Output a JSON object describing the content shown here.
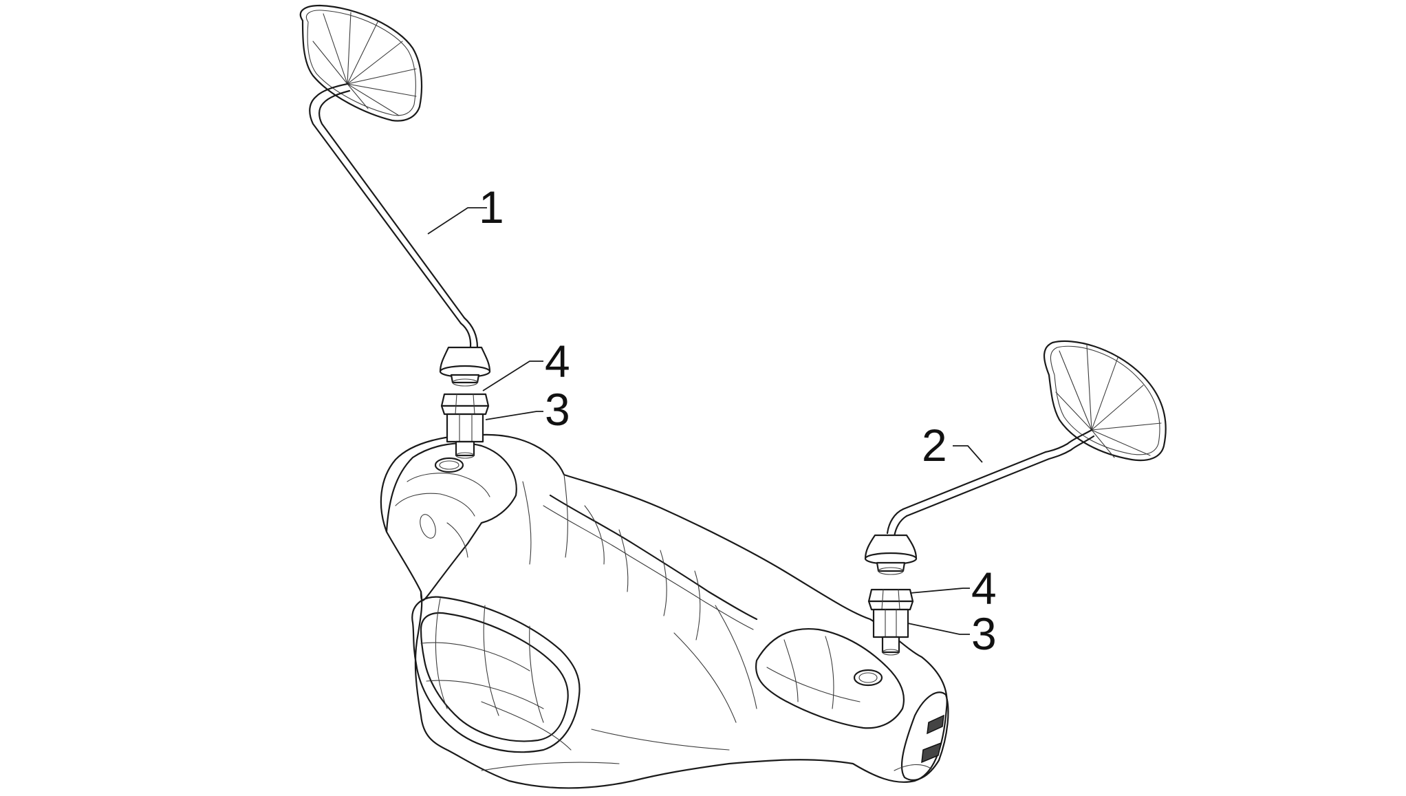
{
  "diagram": {
    "callouts": {
      "left_mirror": "1",
      "right_mirror": "2",
      "left_adapter": "3",
      "left_nut": "4",
      "right_adapter": "3",
      "right_nut": "4"
    }
  }
}
